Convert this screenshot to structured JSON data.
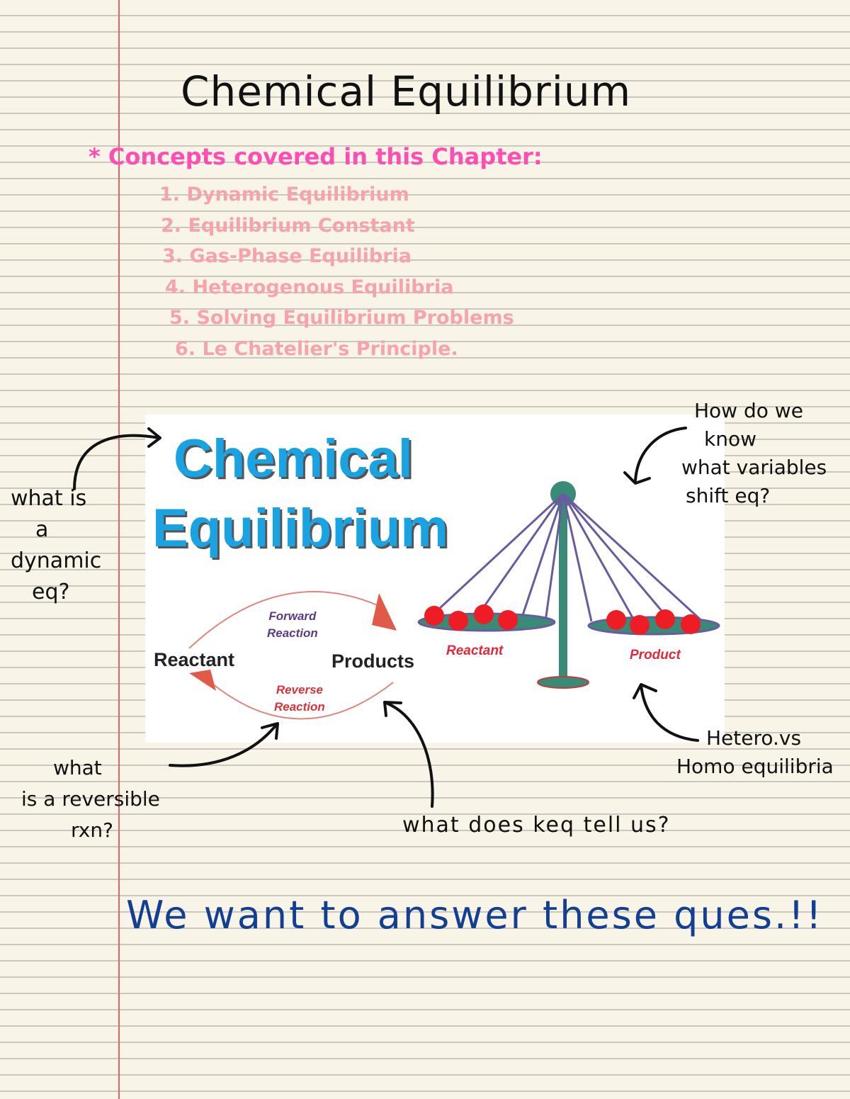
{
  "page": {
    "title": "Chemical Equilibrium",
    "concepts_heading": "* Concepts covered in this Chapter:",
    "concepts": [
      "1. Dynamic Equilibrium",
      "2. Equilibrium Constant",
      "3. Gas-Phase Equilibria",
      "4. Heterogenous Equilibria",
      "5. Solving Equilibrium Problems",
      "6. Le Chatelier's Principle."
    ],
    "footer_note": "We want to answer these ques.!!"
  },
  "infographic": {
    "title_line1": "Chemical",
    "title_line2": "Equilibrium",
    "cycle": {
      "left": "Reactant",
      "right": "Products",
      "forward_line1": "Forward",
      "forward_line2": "Reaction",
      "reverse_line1": "Reverse",
      "reverse_line2": "Reaction"
    },
    "balance": {
      "left_label": "Reactant",
      "right_label": "Product"
    }
  },
  "annotations": {
    "dynamic": [
      "what is",
      "a",
      "dynamic",
      "eq?"
    ],
    "variables": [
      "How do we",
      "know",
      "what variables",
      "shift eq?"
    ],
    "reversible": [
      "what",
      "is a reversible",
      "rxn?"
    ],
    "keq": "what does keq tell us?",
    "hetero": [
      "Hetero.vs",
      "Homo equilibria"
    ]
  },
  "colors": {
    "paper": "#f8f5e8",
    "margin": "#e26464",
    "heading_pink": "#ff4db3",
    "list_pink": "#f5a3ad",
    "ink": "#111111",
    "blue_ink": "#123f91",
    "title_blue": "#1aa3e3",
    "teal": "#3a8a78",
    "red_ball": "#ee1c24"
  }
}
